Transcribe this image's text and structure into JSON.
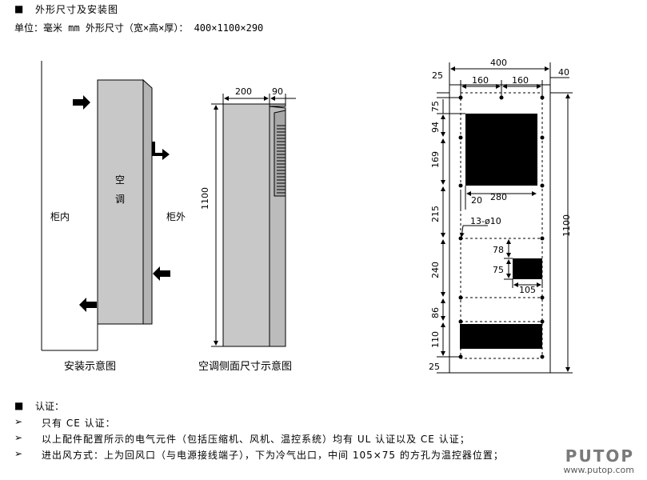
{
  "header": {
    "bullet": "■",
    "title": "外形尺寸及安装图",
    "unit_line": "单位：毫米 mm    外形尺寸（宽×高×厚）：  400×1100×290"
  },
  "install": {
    "inside": "柜内",
    "outside": "柜外",
    "unit_word_1": "空",
    "unit_word_2": "调",
    "caption": "安装示意图"
  },
  "side": {
    "depth_a": "200",
    "depth_b": "90",
    "height": "1100",
    "caption": "空调侧面尺寸示意图"
  },
  "cutout": {
    "width_total": "400",
    "offset_left": "160",
    "offset_right": "160",
    "top_margin": "25",
    "right_margin": "40",
    "height_total": "1100",
    "d75": "75",
    "d94": "94",
    "d169": "169",
    "d215": "215",
    "d240": "240",
    "d86": "86",
    "d110": "110",
    "bottom_margin": "25",
    "opening_inset": "20",
    "opening_width": "280",
    "holes": "13-ø10",
    "port_h1": "78",
    "port_h2": "75",
    "port_w": "105"
  },
  "certification": {
    "bullet": "■",
    "title": "认证：",
    "items": [
      "只有 CE 认证：",
      "以上配件配置所示的电气元件（包括压缩机、风机、温控系统）均有 UL 认证以及 CE 认证；",
      "进出风方式：上为回风口（与电源接线端子），下为冷气出口，中间 105×75 的方孔为温控器位置；"
    ],
    "item_marker": "➢"
  },
  "watermark": {
    "logo": "PUTOP",
    "url": "www.putop.com"
  },
  "colors": {
    "panel_gray": "#c8c8c8",
    "opening_black": "#000000"
  }
}
